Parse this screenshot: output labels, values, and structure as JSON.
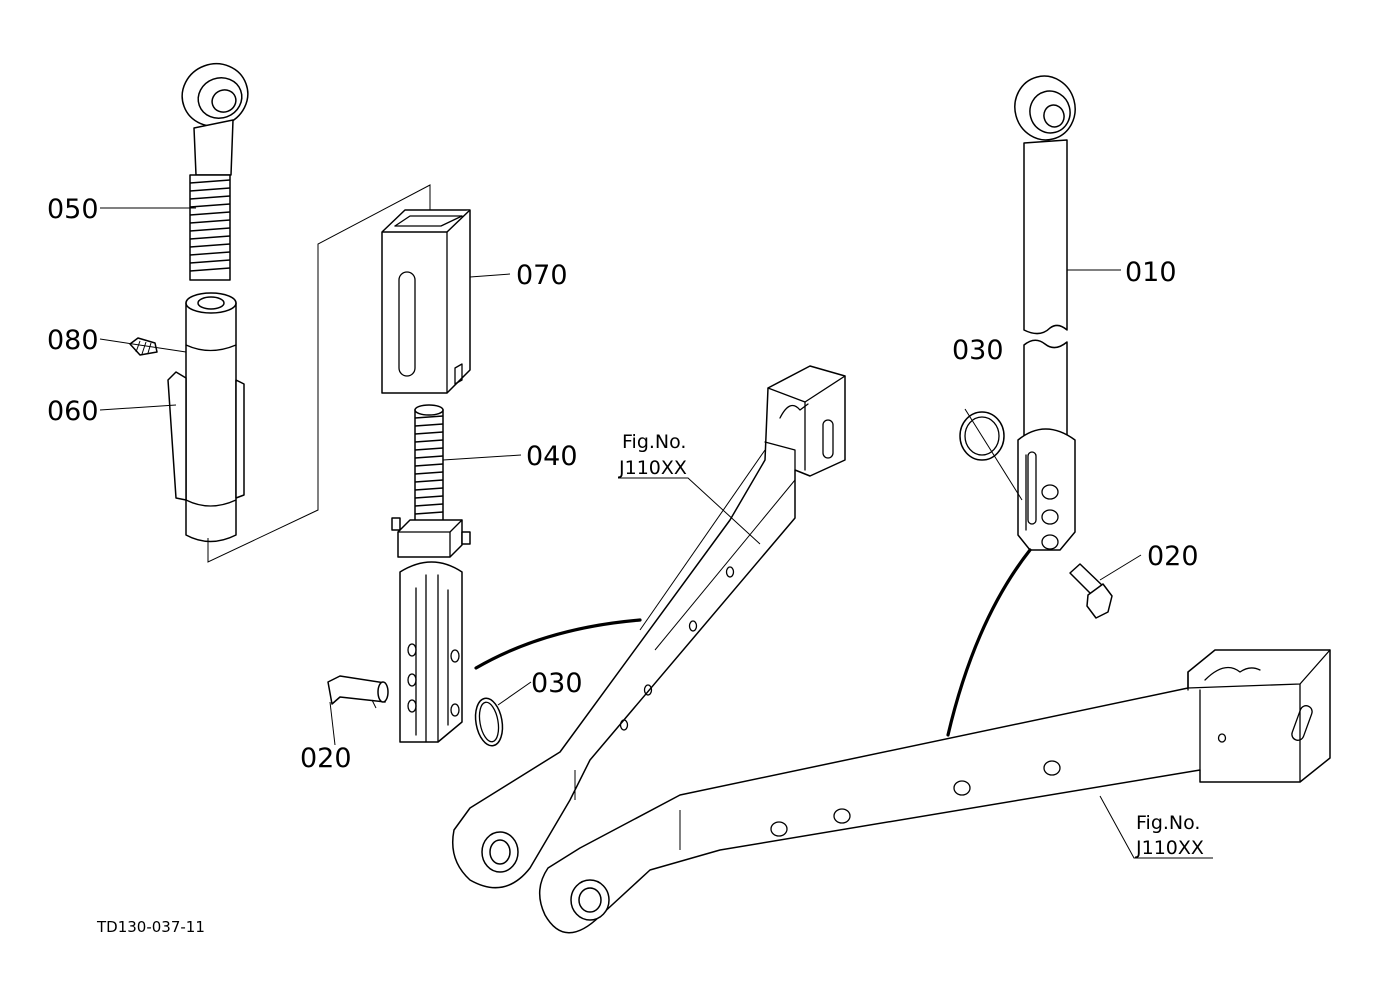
{
  "diagram": {
    "doc_id": "TD130-037-11",
    "callouts": [
      {
        "id": "c050",
        "label": "050"
      },
      {
        "id": "c070",
        "label": "070"
      },
      {
        "id": "c080",
        "label": "080"
      },
      {
        "id": "c060",
        "label": "060"
      },
      {
        "id": "c040",
        "label": "040"
      },
      {
        "id": "c030a",
        "label": "030"
      },
      {
        "id": "c020a",
        "label": "020"
      },
      {
        "id": "c010",
        "label": "010"
      },
      {
        "id": "c030b",
        "label": "030"
      },
      {
        "id": "c020b",
        "label": "020"
      }
    ],
    "fig_refs": [
      {
        "line1": "Fig.No.",
        "line2": "J110XX"
      },
      {
        "line1": "Fig.No.",
        "line2": "J110XX"
      }
    ]
  }
}
